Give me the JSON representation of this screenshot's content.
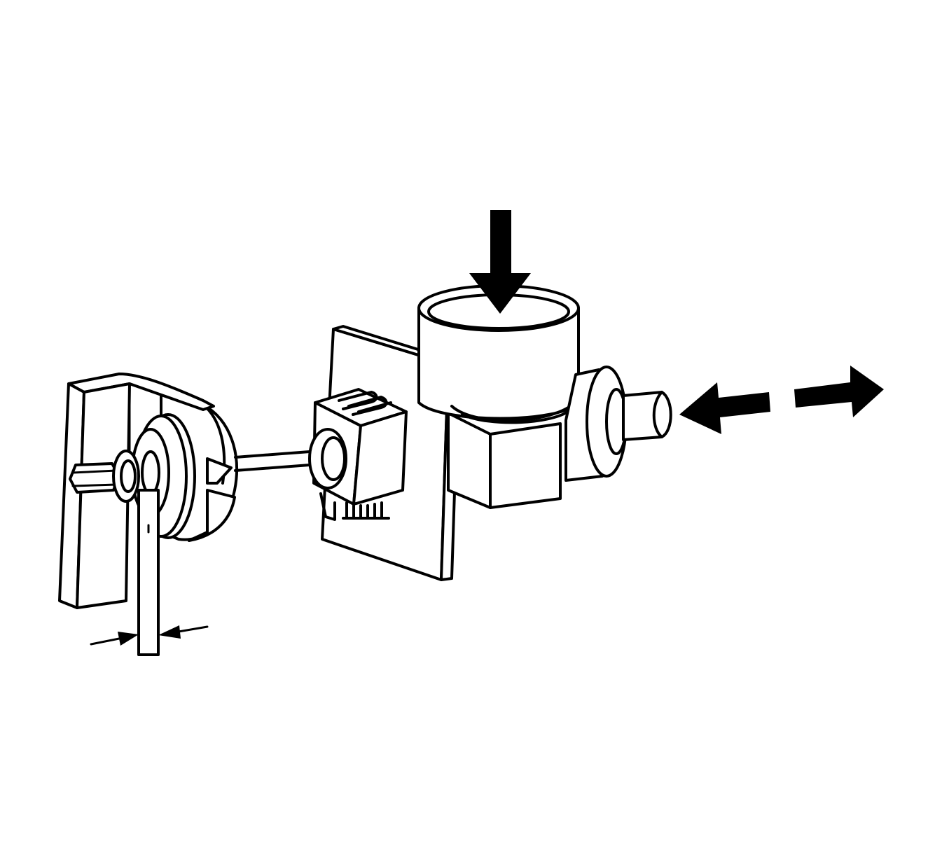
{
  "diagram": {
    "labels": [],
    "colors": {
      "line": "#000000",
      "fill": "#ffffff"
    },
    "arrows": [
      {
        "icon": "down-arrow-icon",
        "meaning": "press"
      },
      {
        "icon": "double-headed-dashed-arrow-icon",
        "meaning": "slide"
      },
      {
        "icon": "gap-measurement-arrows-icon",
        "meaning": "gap"
      }
    ]
  }
}
